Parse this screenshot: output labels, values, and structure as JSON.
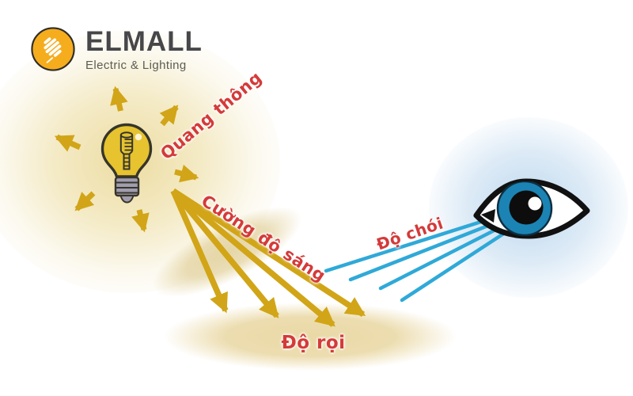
{
  "logo": {
    "brand": "ELMALL",
    "tagline": "Electric & Lighting"
  },
  "diagram": {
    "type": "lighting-concepts-illustration",
    "labels": {
      "quang_thong": "Quang thông",
      "cuong_do_sang": "Cường độ sáng",
      "do_choi": "Độ chói",
      "do_roi": "Độ rọi"
    },
    "colors": {
      "arrow_yellow": "#d1a517",
      "ray_blue": "#2fa9d8",
      "label_red": "#d43a3a",
      "bulb_yellow": "#e6c32f",
      "iris_blue": "#1b84b4",
      "logo_orange": "#f5ad1e",
      "brand_gray": "#47474a",
      "surface_tan": "#e9d7a5"
    }
  }
}
